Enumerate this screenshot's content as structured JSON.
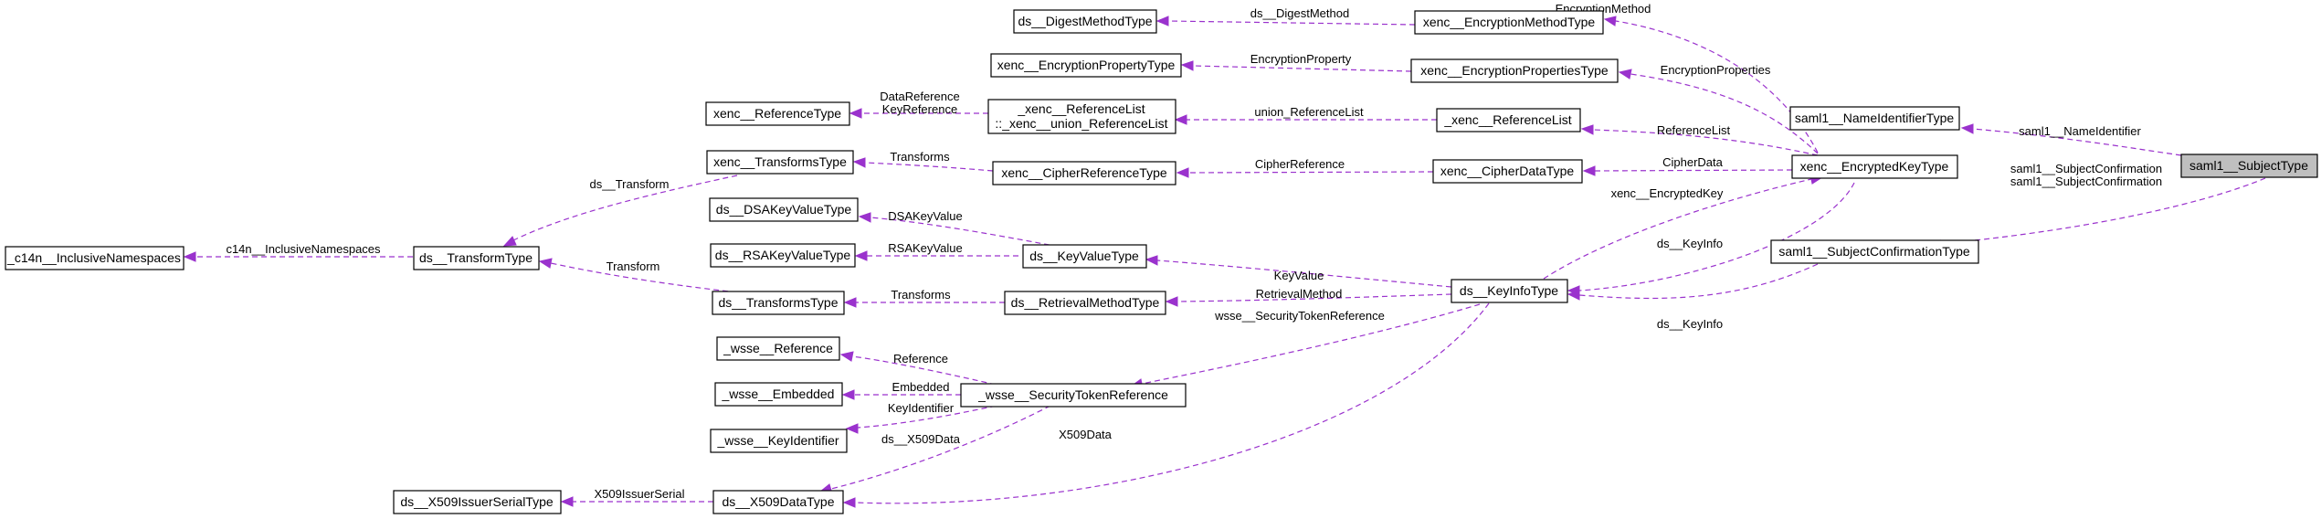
{
  "nodes": {
    "subject": "saml1__SubjectType",
    "nameid": "saml1__NameIdentifierType",
    "subjconf": "saml1__SubjectConfirmationType",
    "enckey": "xenc__EncryptedKeyType",
    "keyinfo": "ds__KeyInfoType",
    "encmethod": "xenc__EncryptionMethodType",
    "digest": "ds__DigestMethodType",
    "encprops": "xenc__EncryptionPropertiesType",
    "encprop": "xenc__EncryptionPropertyType",
    "reflist_l1": "_xenc__ReferenceList",
    "reflist_l2": "::_xenc__union_ReferenceList",
    "reflist": "_xenc__ReferenceList",
    "reftype": "xenc__ReferenceType",
    "cipherdata": "xenc__CipherDataType",
    "cipherref": "xenc__CipherReferenceType",
    "transforms": "xenc__TransformsType",
    "transform": "ds__TransformType",
    "c14n": "_c14n__InclusiveNamespaces",
    "dsa": "ds__DSAKeyValueType",
    "rsa": "ds__RSAKeyValueType",
    "keyvalue": "ds__KeyValueType",
    "dstransforms": "ds__TransformsType",
    "retrieval": "ds__RetrievalMethodType",
    "wsseref": "_wsse__Reference",
    "wsseemb": "_wsse__Embedded",
    "wssekeyid": "_wsse__KeyIdentifier",
    "wssestr": "_wsse__SecurityTokenReference",
    "x509issuer": "ds__X509IssuerSerialType",
    "x509": "ds__X509DataType"
  },
  "edges": {
    "nameIdentifier": "saml1__NameIdentifier",
    "subjConf1": "saml1__SubjectConfirmation",
    "subjConf2": "saml1__SubjectConfirmation",
    "encryptedKey": "xenc__EncryptedKey",
    "keyInfo1": "ds__KeyInfo",
    "keyInfo2": "ds__KeyInfo",
    "encryptionMethod": "EncryptionMethod",
    "digestMethod": "ds__DigestMethod",
    "encryptionProperties": "EncryptionProperties",
    "encryptionProperty": "EncryptionProperty",
    "referenceList": "ReferenceList",
    "unionReferenceList": "union_ReferenceList",
    "dataReference": "DataReference",
    "keyReference": "KeyReference",
    "cipherData": "CipherData",
    "cipherReference": "CipherReference",
    "transforms1": "Transforms",
    "dsTransform": "ds__Transform",
    "inclusiveNamespaces": "c14n__InclusiveNamespaces",
    "dsaKeyValue": "DSAKeyValue",
    "rsaKeyValue": "RSAKeyValue",
    "keyValue": "KeyValue",
    "transform": "Transform",
    "transforms2": "Transforms",
    "retrievalMethod": "RetrievalMethod",
    "securityTokenReference": "wsse__SecurityTokenReference",
    "reference": "Reference",
    "embedded": "Embedded",
    "keyIdentifier": "KeyIdentifier",
    "x509Data1": "ds__X509Data",
    "x509Data2": "X509Data",
    "x509IssuerSerial": "X509IssuerSerial"
  },
  "colors": {
    "edge": "#9a32cd",
    "highlight_fill": "#bfbfbf",
    "node_border": "#000000"
  }
}
